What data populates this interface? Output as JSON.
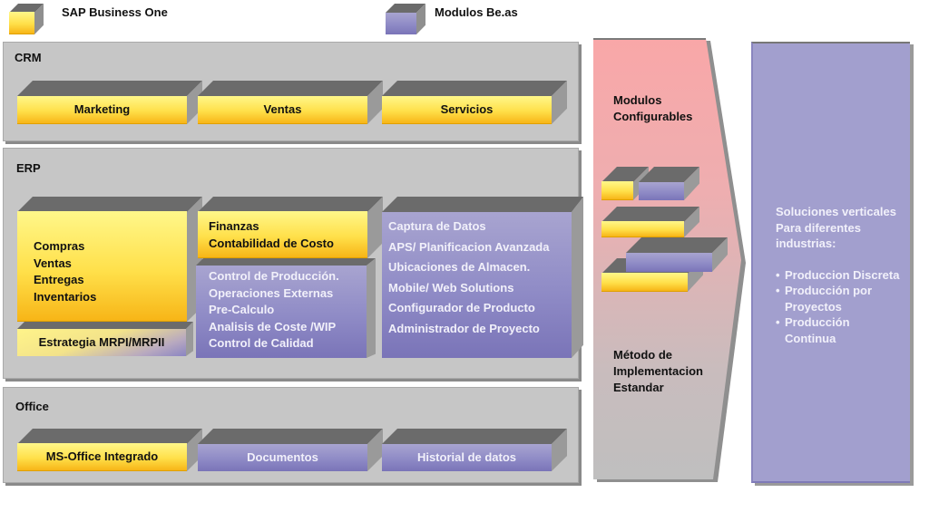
{
  "legend": {
    "sap": {
      "label": "SAP Business One",
      "color": "#ffd93a"
    },
    "beas": {
      "label": "Modulos  Be.as",
      "color": "#8f8bc6"
    }
  },
  "crm": {
    "title": "CRM",
    "modules": [
      "Marketing",
      "Ventas",
      "Servicios"
    ]
  },
  "erp": {
    "title": "ERP",
    "core_lines": [
      "Compras",
      "Ventas",
      "Entregas",
      "Inventarios"
    ],
    "strategy": "Estrategia MRPI/MRPII",
    "finance_lines": [
      "Finanzas",
      "Contabilidad  de Costo"
    ],
    "production_lines": [
      "Control de Producción.",
      "Operaciones Externas",
      "Pre-Calculo",
      "Analisis de Coste /WIP",
      "Control de Calidad"
    ],
    "extra_lines": [
      "Captura de Datos",
      "APS/ Planificacion Avanzada",
      "Ubicaciones de Almacen.",
      "Mobile/ Web Solutions",
      "Configurador de Producto",
      "Administrador de Proyecto"
    ]
  },
  "office": {
    "title": "Office",
    "modules": [
      "MS-Office Integrado",
      "Documentos",
      "Historial de datos"
    ]
  },
  "arrow_panel": {
    "top_lines": [
      "Modulos",
      "Configurables"
    ],
    "bottom_lines": [
      "Método de",
      "Implementacion",
      "Estandar"
    ],
    "colors": {
      "top": "#f9a7a8",
      "bottom": "#c0c0c0"
    }
  },
  "vertical_panel": {
    "intro_lines": [
      "Soluciones  verticales",
      "Para diferentes",
      "industrias:"
    ],
    "bullets": [
      "Produccion  Discreta",
      "Producción  por Proyectos",
      "Producción Continua"
    ],
    "bullet_lines": [
      [
        "Produccion  Discreta"
      ],
      [
        "Producción  por",
        "Proyectos"
      ],
      [
        "Producción",
        "Continua"
      ]
    ],
    "bullet_char": "•",
    "color": "#a29fce"
  }
}
